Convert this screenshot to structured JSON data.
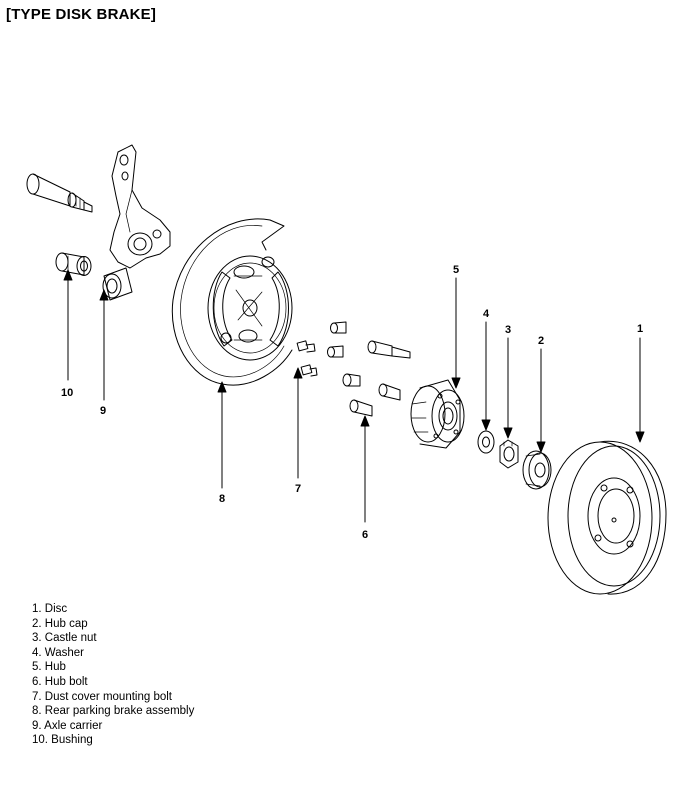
{
  "title": "[TYPE DISK BRAKE]",
  "callouts": [
    "1",
    "2",
    "3",
    "4",
    "5",
    "6",
    "7",
    "8",
    "9",
    "10"
  ],
  "legend": [
    "1. Disc",
    "2. Hub cap",
    "3. Castle nut",
    "4. Washer",
    "5. Hub",
    "6. Hub bolt",
    "7. Dust cover mounting bolt",
    "8. Rear parking brake assembly",
    "9. Axle carrier",
    "10. Bushing"
  ],
  "colors": {
    "line": "#000000",
    "background": "#ffffff"
  }
}
